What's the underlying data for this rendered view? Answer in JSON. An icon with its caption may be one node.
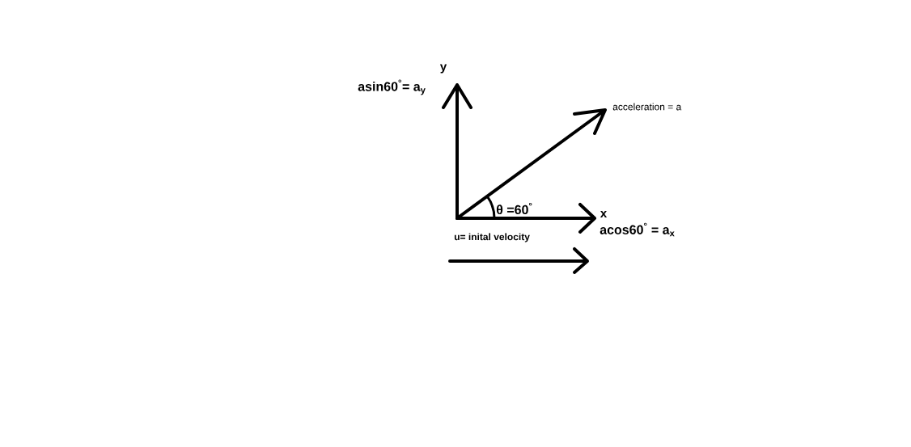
{
  "diagram": {
    "labels": [
      "y",
      "asin60$^{°}$= a$_{y}$",
      "acceleration = a",
      "θ =60$^{°}$",
      "x",
      "acos60$^{°}$ = a$_{x}$",
      "u= inital velocity"
    ]
  }
}
